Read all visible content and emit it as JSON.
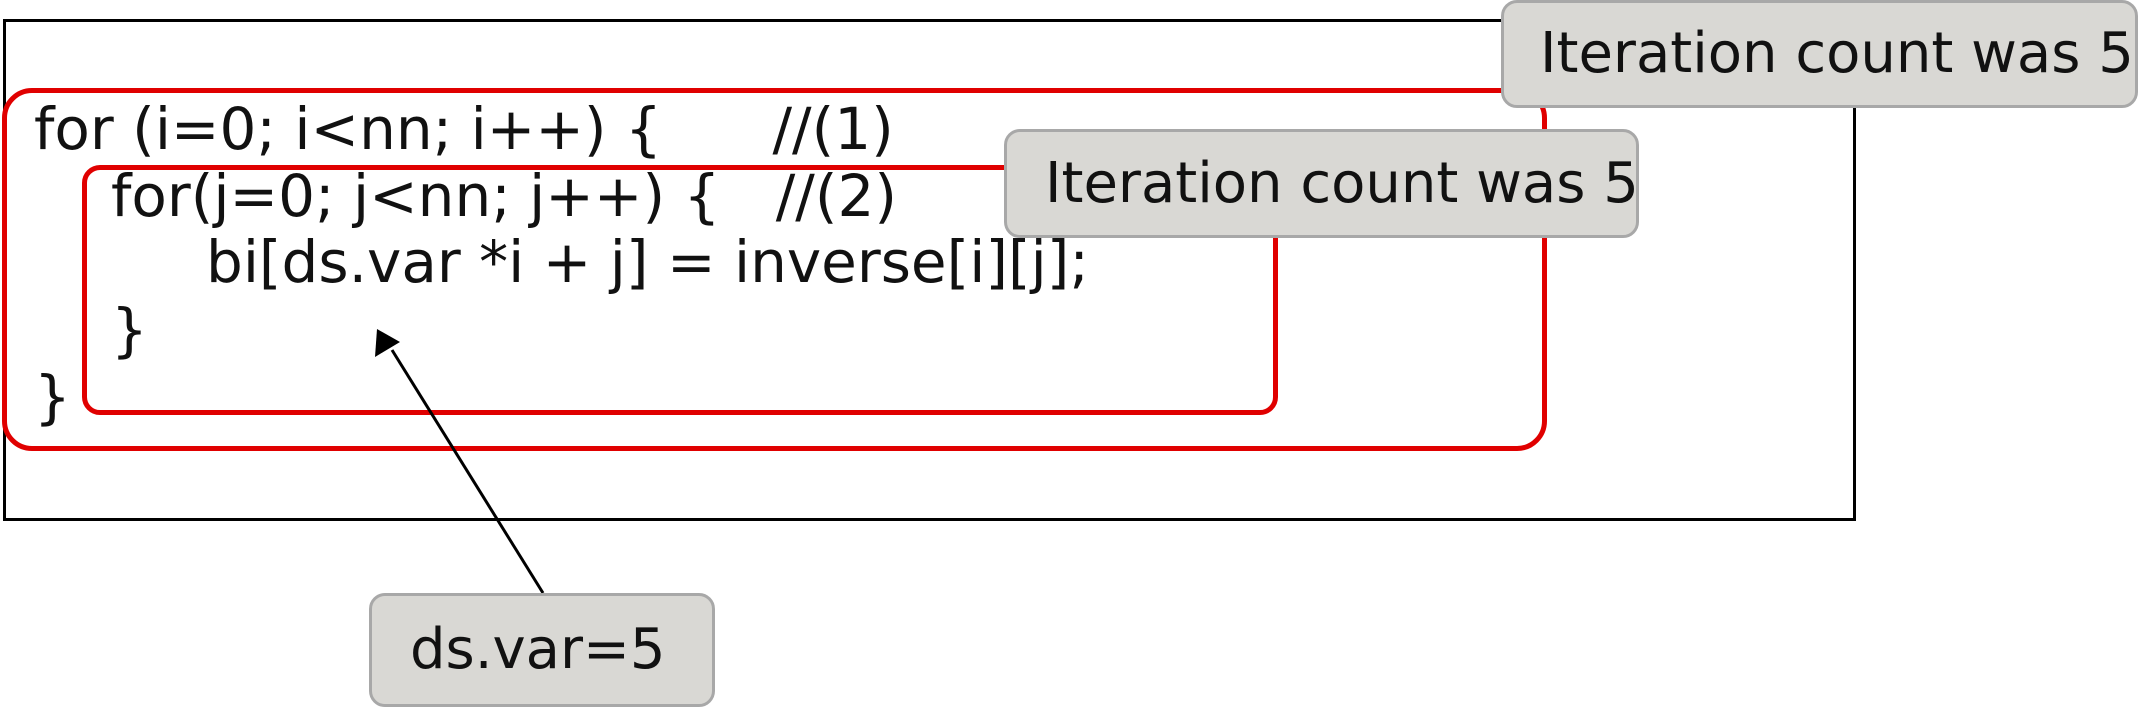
{
  "code": {
    "lines": [
      "for (i=0; i<nn; i++) {      //(1)",
      "for(j=0; j<nn; j++) {   //(2)",
      "bi[ds.var *i + j] = inverse[i][j];",
      "}",
      "}"
    ]
  },
  "callouts": {
    "outer_loop": "Iteration count was 5",
    "inner_loop": "Iteration count was 5",
    "variable": "ds.var=5"
  },
  "colors": {
    "loop_outline": "#e00000",
    "callout_fill": "#d9d8d4",
    "callout_border": "#a8a8a8",
    "frame": "#000000"
  }
}
